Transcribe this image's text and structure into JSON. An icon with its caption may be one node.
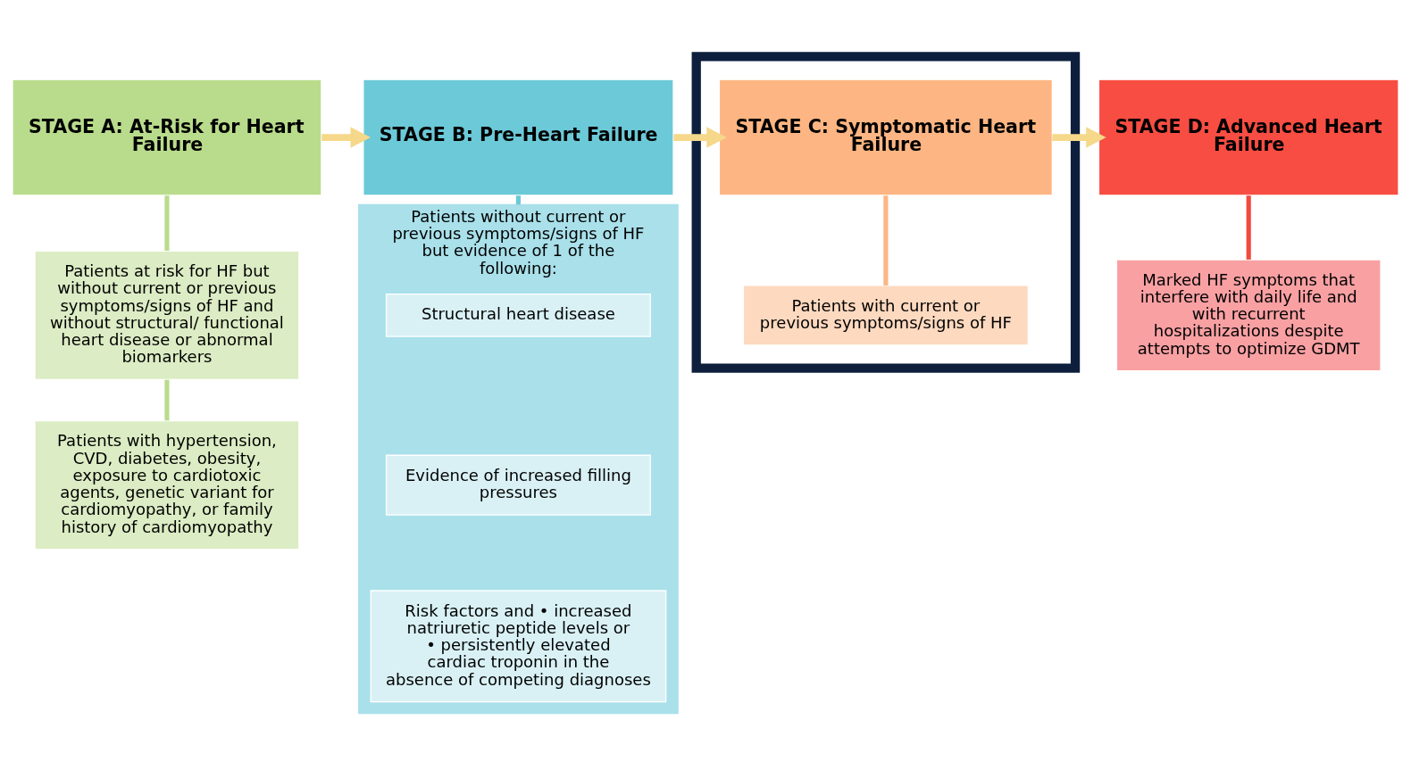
{
  "diagram": {
    "nodes": [
      {
        "text": [
          "STAGE A: At-Risk for Heart Failure"
        ]
      },
      {
        "text": [
          "Patients at risk for HF but without current or previous symptoms/signs of HF and without structural/ functional heart disease or abnormal biomarkers"
        ]
      },
      {
        "text": [
          "Patients with hypertension, CVD, diabetes, obesity, exposure to cardiotoxic agents, genetic variant for cardiomyopathy, or family history of cardiomyopathy"
        ]
      },
      {
        "text": [
          "STAGE B: Pre-Heart Failure"
        ]
      },
      {
        "text": [
          "Patients without current or previous symptoms/signs of HF but evidence of 1 of the following:"
        ]
      },
      {
        "text": [
          "Structural heart disease"
        ],
        "in": 4
      },
      {
        "text": [
          "Evidence of increased filling pressures"
        ],
        "in": 4
      },
      {
        "text": [
          "Risk factors and • increased natriuretic peptide levels or • persistently elevated cardiac troponin in the absence of competing diagnoses"
        ],
        "in": 4
      },
      {
        "text": [],
        "shape": "box"
      },
      {
        "text": [
          "STAGE C: Symptomatic Heart Failure"
        ],
        "in": 8
      },
      {
        "text": [
          "Patients with current or previous symptoms/signs of HF"
        ],
        "in": 8
      },
      {
        "text": [
          "STAGE D: Advanced Heart Failure"
        ]
      },
      {
        "text": [
          "Marked HF symptoms that interfere with daily life and with recurrent hospitalizations despite attempts to optimize GDMT"
        ]
      }
    ],
    "edges": [
      {
        "from": 0,
        "to": 1,
        "arrow": "none",
        "color": "#b9dc8c"
      },
      {
        "from": 1,
        "to": 2,
        "arrow": "none",
        "color": "#b9dc8c"
      },
      {
        "from": 3,
        "to": 4,
        "arrow": "none",
        "color": "#6bc9d8"
      },
      {
        "from": 9,
        "to": 10,
        "arrow": "none",
        "color": "#fdb683"
      },
      {
        "from": 11,
        "to": 12,
        "arrow": "none",
        "color": "#f04a40"
      },
      {
        "from": 0,
        "to": 3,
        "arrow": "to",
        "color": "#f5d88a"
      },
      {
        "from": 3,
        "to": 9,
        "arrow": "to",
        "color": "#f5d88a"
      },
      {
        "from": 9,
        "to": 11,
        "arrow": "to",
        "color": "#f5d88a"
      }
    ]
  }
}
